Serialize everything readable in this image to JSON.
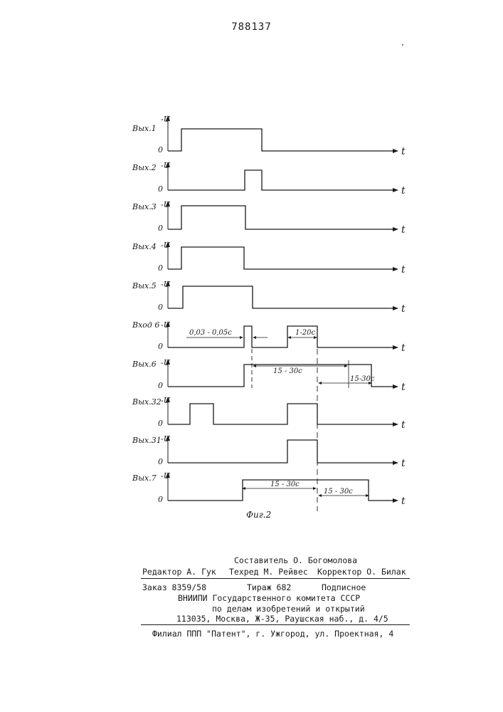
{
  "patent_number": "788137",
  "channels": [
    {
      "label": "Вых.1",
      "axis_top": "-U",
      "axis_zero": "0",
      "axis_t": "t"
    },
    {
      "label": "Вых.2",
      "axis_top": "-U",
      "axis_zero": "0",
      "axis_t": "t"
    },
    {
      "label": "Вых.3",
      "axis_top": "-U",
      "axis_zero": "0",
      "axis_t": "t"
    },
    {
      "label": "Вых.4",
      "axis_top": "-U",
      "axis_zero": "0",
      "axis_t": "t"
    },
    {
      "label": "Вых.5",
      "axis_top": "-U",
      "axis_zero": "0",
      "axis_t": "t"
    },
    {
      "label": "Вход 6",
      "axis_top": "-U",
      "axis_zero": "0",
      "axis_t": "t"
    },
    {
      "label": "Вых.6",
      "axis_top": "-U",
      "axis_zero": "0",
      "axis_t": "t"
    },
    {
      "label": "Вых.32",
      "axis_top": "-U",
      "axis_zero": "0",
      "axis_t": "t"
    },
    {
      "label": "Вых.31",
      "axis_top": "-U",
      "axis_zero": "0",
      "axis_t": "t"
    },
    {
      "label": "Вых.7",
      "axis_top": "-U",
      "axis_zero": "0",
      "axis_t": "t"
    }
  ],
  "dimensions": {
    "input_short": "0,03 - 0,05с",
    "input_long": "1-20с",
    "out6_main": "15 - 30с",
    "out6_tail": "15-30с",
    "out7_main": "15 - 30с",
    "out7_tail": "15 - 30с"
  },
  "figure_caption": "Фиг.2",
  "imprint": {
    "compiler": "Составитель О. Богомолова",
    "editor": "Редактор А. Гук",
    "tech_editor": "Техред М. Рейвес",
    "proofreader": "Корректор О. Билак",
    "order": "Заказ 8359/58",
    "circulation": "Тираж 682",
    "subscription": "Подписное",
    "org_line1": "ВНИИПИ Государственного комитета СССР",
    "org_line2": "по делам изобретений и открытий",
    "address": "113035, Москва, Ж-35, Раушская наб., д. 4/5",
    "branch": "Филиал ППП \"Патент\", г. Ужгород, ул. Проектная, 4"
  }
}
